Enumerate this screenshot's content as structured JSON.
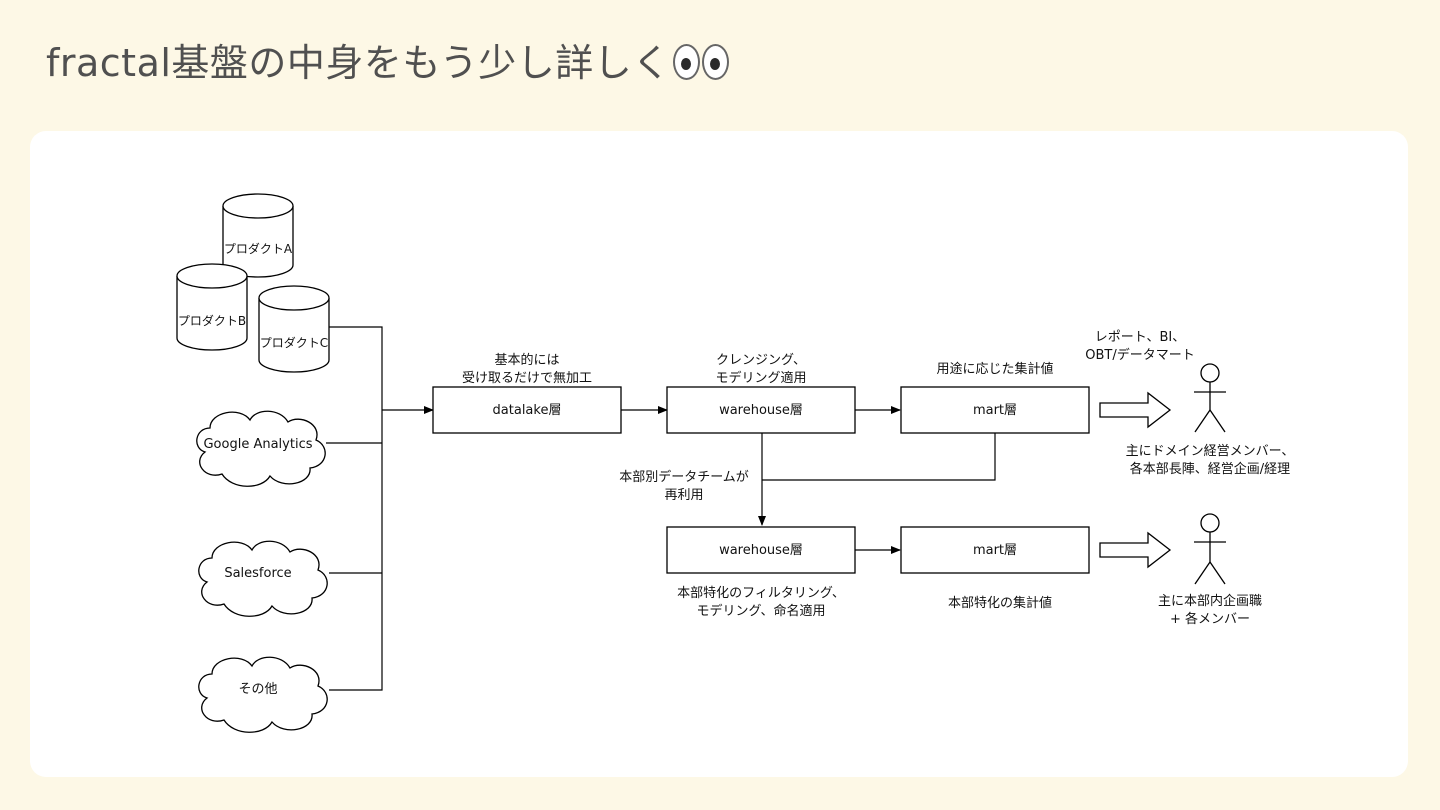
{
  "slide": {
    "title": "fractal基盤の中身をもう少し詳しく",
    "title_emoji": "eyes-emoji"
  },
  "sources": {
    "product_a": "プロダクトA",
    "product_b": "プロダクトB",
    "product_c": "プロダクトC",
    "google_analytics": "Google Analytics",
    "salesforce": "Salesforce",
    "other": "その他"
  },
  "layers": {
    "datalake": "datalake層",
    "warehouse_top": "warehouse層",
    "mart_top": "mart層",
    "warehouse_bottom": "warehouse層",
    "mart_bottom": "mart層"
  },
  "notes": {
    "datalake": [
      "基本的には",
      "受け取るだけで無加工"
    ],
    "warehouse_top": [
      "クレンジング、",
      "モデリング適用"
    ],
    "mart_top": [
      "用途に応じた集計値"
    ],
    "outputs": [
      "レポート、BI、",
      "OBT/データマート"
    ],
    "reuse": [
      "本部別データチームが",
      "再利用"
    ],
    "warehouse_bottom": [
      "本部特化のフィルタリング、",
      "モデリング、命名適用"
    ],
    "mart_bottom": [
      "本部特化の集計値"
    ]
  },
  "users": {
    "top": [
      "主にドメイン経営メンバー、",
      "各本部長陣、経営企画/経理"
    ],
    "bottom": [
      "主に本部内企画職",
      "+ 各メンバー"
    ]
  },
  "icons": [
    "database-cylinder-icon",
    "cloud-icon",
    "actor-stick-figure-icon",
    "outline-arrow-icon",
    "eyes-emoji"
  ]
}
